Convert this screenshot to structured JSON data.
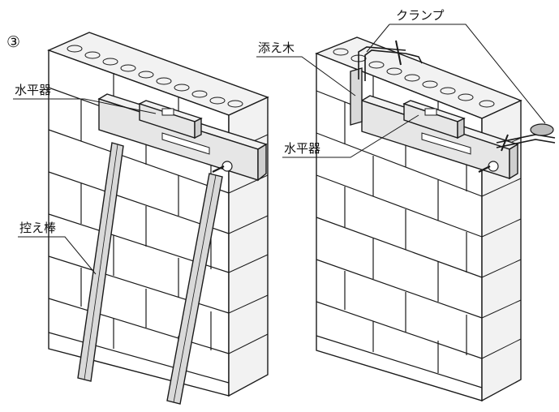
{
  "step_number": "③",
  "labels": {
    "left_level": "水平器",
    "left_brace": "控え棒",
    "right_batten": "添え木",
    "right_clamp": "クランプ",
    "right_level": "水平器"
  },
  "colors": {
    "line": "#1a1a1a",
    "block_face": "#ffffff",
    "block_top": "#f2f2f2",
    "beam": "#e6e6e6",
    "wood": "#d9d9d9",
    "shadow": "#bdbdbd"
  }
}
